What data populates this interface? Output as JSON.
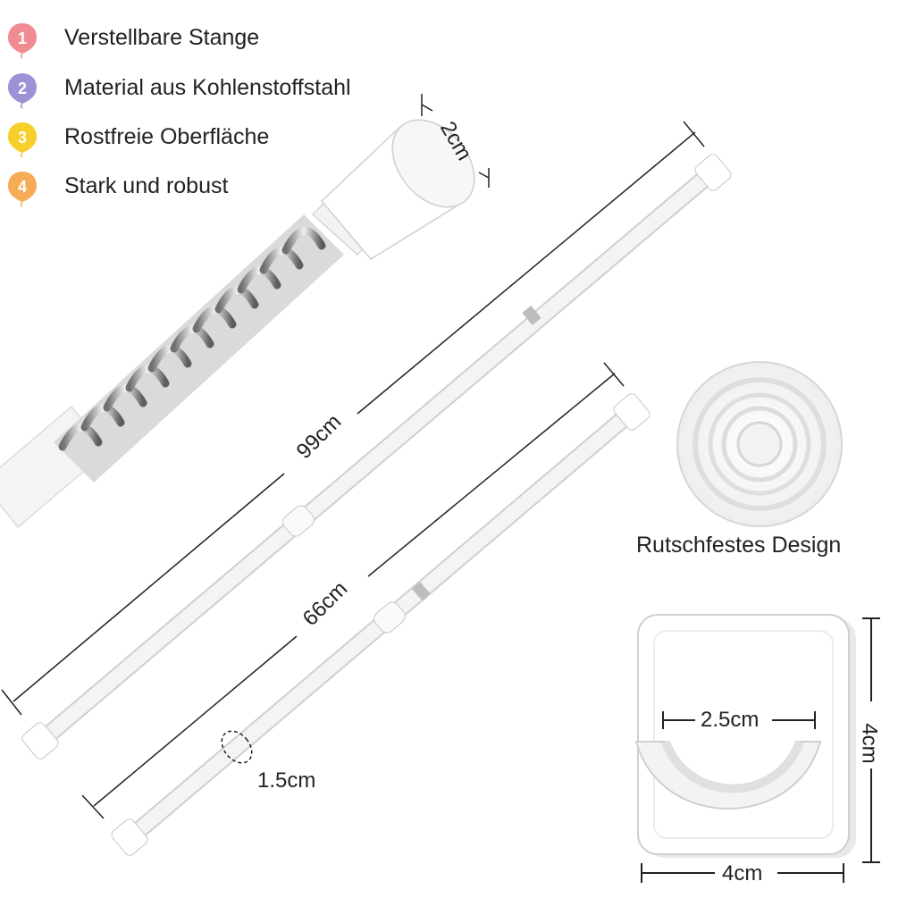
{
  "features": [
    {
      "number": "1",
      "text": "Verstellbare Stange",
      "color": "#f08a93"
    },
    {
      "number": "2",
      "text": "Material aus Kohlenstoffstahl",
      "color": "#9e92d6"
    },
    {
      "number": "3",
      "text": "Rostfreie Oberfläche",
      "color": "#f7cf2a"
    },
    {
      "number": "4",
      "text": "Stark und robust",
      "color": "#f6ab57"
    }
  ],
  "dimensions": {
    "end_cap": "2cm",
    "rod_long": "99cm",
    "rod_short": "66cm",
    "rod_diameter": "1.5cm",
    "hook_inner": "2.5cm",
    "hook_height": "4cm",
    "hook_width": "4cm"
  },
  "pad_caption": "Rutschfestes Design"
}
